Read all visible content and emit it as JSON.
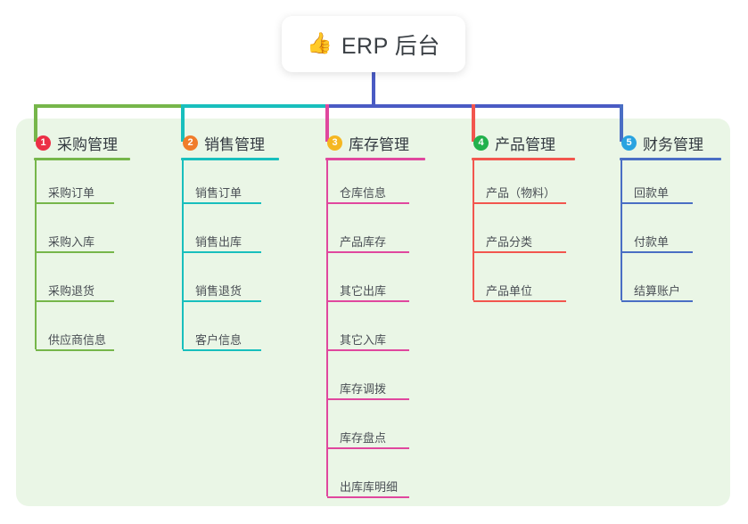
{
  "root": {
    "icon": "thumbs-up-emoji",
    "emoji": "👍",
    "label": "ERP 后台"
  },
  "theme": {
    "panel_bg": "#eaf6e6",
    "page_bg": "#ffffff",
    "root_stem": "#4a5bc4",
    "text": "#3a3f44"
  },
  "branches": [
    {
      "number": "1",
      "badge_color": "#ec2f46",
      "line_color": "#76b64a",
      "label": "采购管理",
      "items": [
        {
          "label": "采购订单"
        },
        {
          "label": "采购入库"
        },
        {
          "label": "采购退货"
        },
        {
          "label": "供应商信息"
        }
      ]
    },
    {
      "number": "2",
      "badge_color": "#f07c2a",
      "line_color": "#18bfbd",
      "label": "销售管理",
      "items": [
        {
          "label": "销售订单"
        },
        {
          "label": "销售出库"
        },
        {
          "label": "销售退货"
        },
        {
          "label": "客户信息"
        }
      ]
    },
    {
      "number": "3",
      "badge_color": "#f5b721",
      "line_color": "#e0479e",
      "label": "库存管理",
      "items": [
        {
          "label": "仓库信息"
        },
        {
          "label": "产品库存"
        },
        {
          "label": "其它出库"
        },
        {
          "label": "其它入库"
        },
        {
          "label": "库存调拨"
        },
        {
          "label": "库存盘点"
        },
        {
          "label": "出库库明细"
        }
      ]
    },
    {
      "number": "4",
      "badge_color": "#22b14c",
      "line_color": "#f2564e",
      "label": "产品管理",
      "items": [
        {
          "label": "产品（物料）"
        },
        {
          "label": "产品分类"
        },
        {
          "label": "产品单位"
        }
      ]
    },
    {
      "number": "5",
      "badge_color": "#29a3e0",
      "line_color": "#4a6ec4",
      "label": "财务管理",
      "items": [
        {
          "label": "回款单"
        },
        {
          "label": "付款单"
        },
        {
          "label": "结算账户"
        }
      ]
    }
  ]
}
